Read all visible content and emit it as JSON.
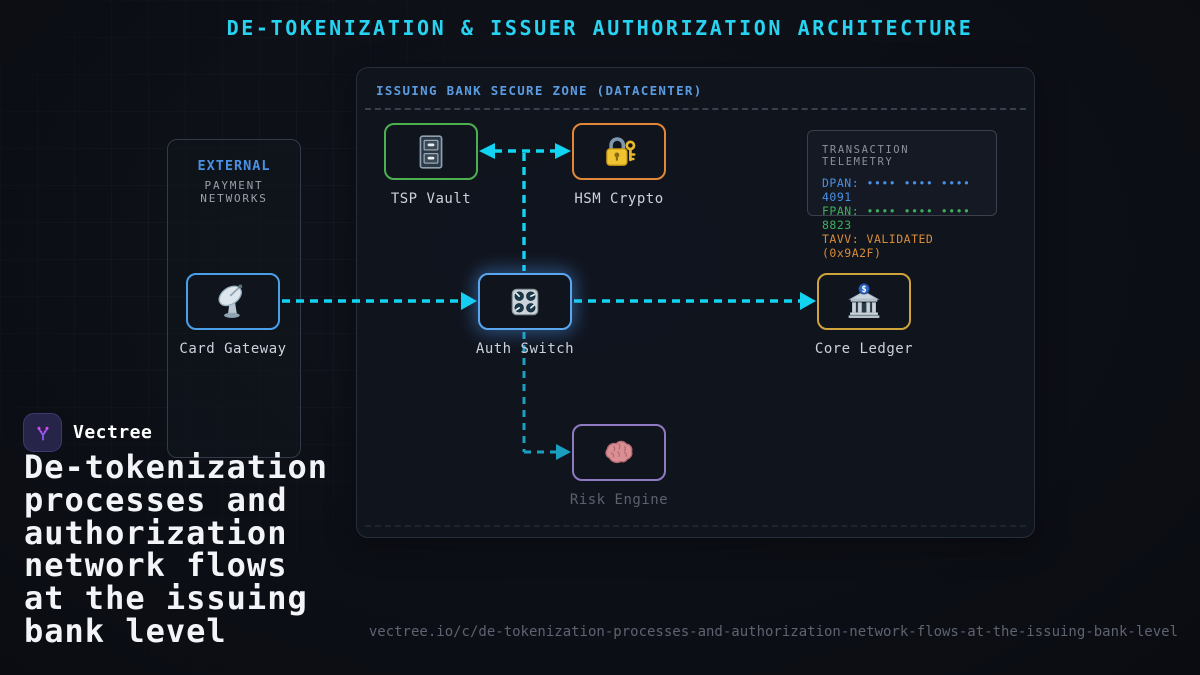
{
  "page": {
    "title": "DE-TOKENIZATION & ISSUER AUTHORIZATION ARCHITECTURE",
    "footer_url": "vectree.io/c/de-tokenization-processes-and-authorization-network-flows-at-the-issuing-bank-level"
  },
  "secure_zone": {
    "header": "ISSUING BANK SECURE ZONE (DATACENTER)"
  },
  "external_group": {
    "title": "EXTERNAL",
    "subtitle": "PAYMENT NETWORKS"
  },
  "nodes": {
    "card_gateway": {
      "label": "Card Gateway",
      "icon": "satellite-dish-icon",
      "border_color": "#4a9fe8"
    },
    "tsp_vault": {
      "label": "TSP Vault",
      "icon": "file-cabinet-icon",
      "border_color": "#4cb050"
    },
    "hsm_crypto": {
      "label": "HSM Crypto",
      "icon": "padlock-key-icon",
      "border_color": "#e0873a"
    },
    "auth_switch": {
      "label": "Auth Switch",
      "icon": "control-knobs-icon",
      "border_color": "#5aa7f0"
    },
    "core_ledger": {
      "label": "Core Ledger",
      "icon": "bank-icon",
      "border_color": "#cfa43c"
    },
    "risk_engine": {
      "label": "Risk Engine",
      "icon": "brain-icon",
      "border_color": "#8f7ac2"
    }
  },
  "telemetry": {
    "title": "TRANSACTION TELEMETRY",
    "rows": [
      {
        "id": "dpan",
        "text": "DPAN: •••• •••• •••• 4091",
        "color": "#4a90e2"
      },
      {
        "id": "fpan",
        "text": "FPAN: •••• •••• •••• 8823",
        "color": "#3fae5c"
      },
      {
        "id": "tavv",
        "text": "TAVV: VALIDATED (0x9A2F)",
        "color": "#d98b3a"
      }
    ]
  },
  "branding": {
    "name": "Vectree",
    "logo_icon": "vectree-logo-icon",
    "heading_lines": [
      "De-tokenization",
      "processes and",
      "authorization",
      "network flows",
      "at the issuing",
      "bank level"
    ]
  },
  "colors": {
    "arrow_cyan": "#12d3f2",
    "arrow_teal": "#1b9fc0",
    "title_cyan": "#27d3f0",
    "zone_header_blue": "#5b9be0",
    "external_blue": "#4a90e2"
  }
}
